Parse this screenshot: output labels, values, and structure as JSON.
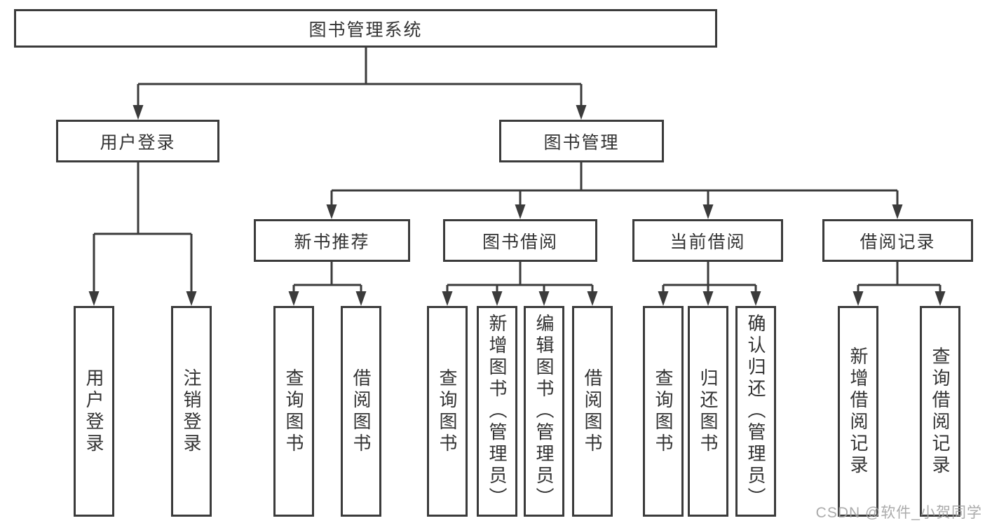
{
  "diagram": {
    "root": {
      "label": "图书管理系统"
    },
    "branches": [
      {
        "label": "用户登录",
        "leaves": [
          {
            "label": "用户登录"
          },
          {
            "label": "注销登录"
          }
        ]
      },
      {
        "label": "图书管理",
        "groups": [
          {
            "label": "新书推荐",
            "leaves": [
              {
                "label": "查询图书"
              },
              {
                "label": "借阅图书"
              }
            ]
          },
          {
            "label": "图书借阅",
            "leaves": [
              {
                "label": "查询图书"
              },
              {
                "label": "新增图书（管理员）"
              },
              {
                "label": "编辑图书（管理员）"
              },
              {
                "label": "借阅图书"
              }
            ]
          },
          {
            "label": "当前借阅",
            "leaves": [
              {
                "label": "查询图书"
              },
              {
                "label": "归还图书"
              },
              {
                "label": "确认归还（管理员）"
              }
            ]
          },
          {
            "label": "借阅记录",
            "leaves": [
              {
                "label": "新增借阅记录"
              },
              {
                "label": "查询借阅记录"
              }
            ]
          }
        ]
      }
    ]
  },
  "watermark": {
    "text": "CSDN @软件_小贺同学"
  },
  "colors": {
    "line": "#3b3b3b",
    "text": "#333333",
    "watermark": "#a2a2a2",
    "background": "#ffffff"
  }
}
